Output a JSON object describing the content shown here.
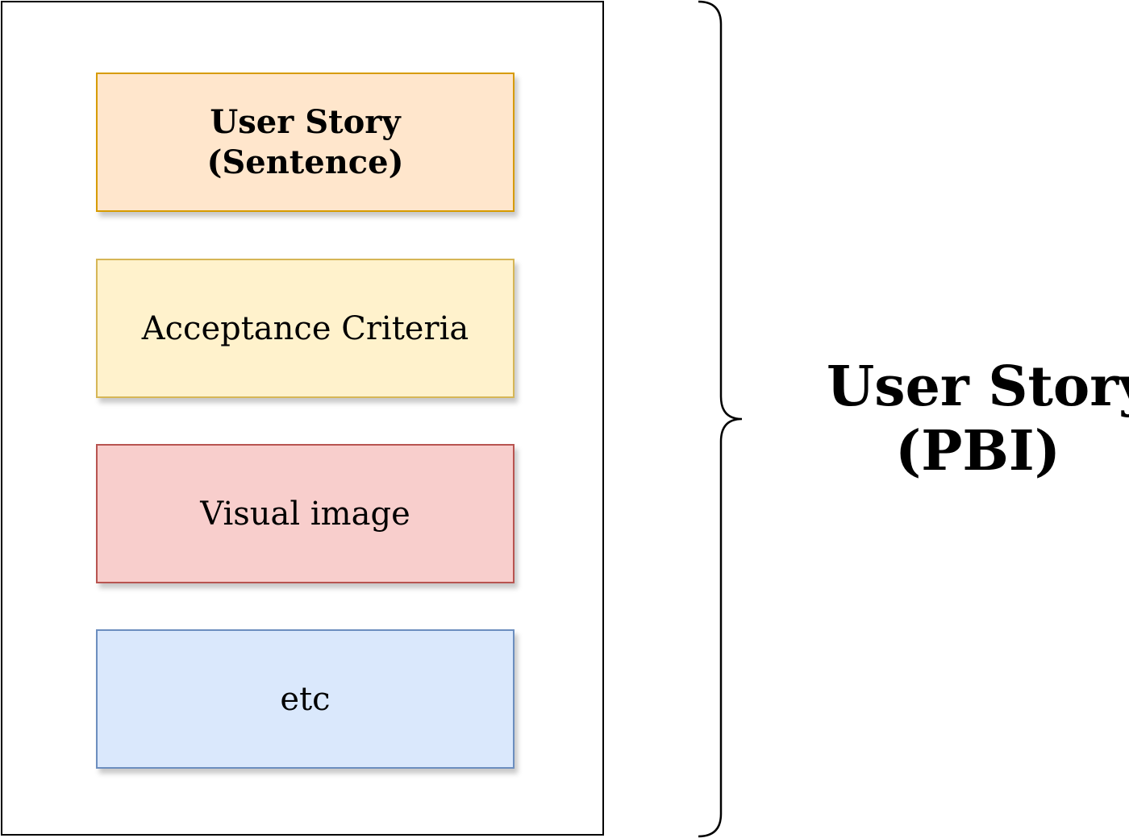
{
  "boxes": [
    {
      "lines": [
        "User Story",
        "(Sentence)"
      ],
      "bold": true,
      "fill": "#ffe6cc",
      "stroke": "#d79b00"
    },
    {
      "lines": [
        "Acceptance Criteria"
      ],
      "bold": false,
      "fill": "#fff2cc",
      "stroke": "#d6b656"
    },
    {
      "lines": [
        "Visual image"
      ],
      "bold": false,
      "fill": "#f8cecc",
      "stroke": "#b85450"
    },
    {
      "lines": [
        "etc"
      ],
      "bold": false,
      "fill": "#dae8fc",
      "stroke": "#6c8ebf"
    }
  ],
  "group_label": {
    "lines": [
      "User Story",
      "(PBI)"
    ]
  }
}
